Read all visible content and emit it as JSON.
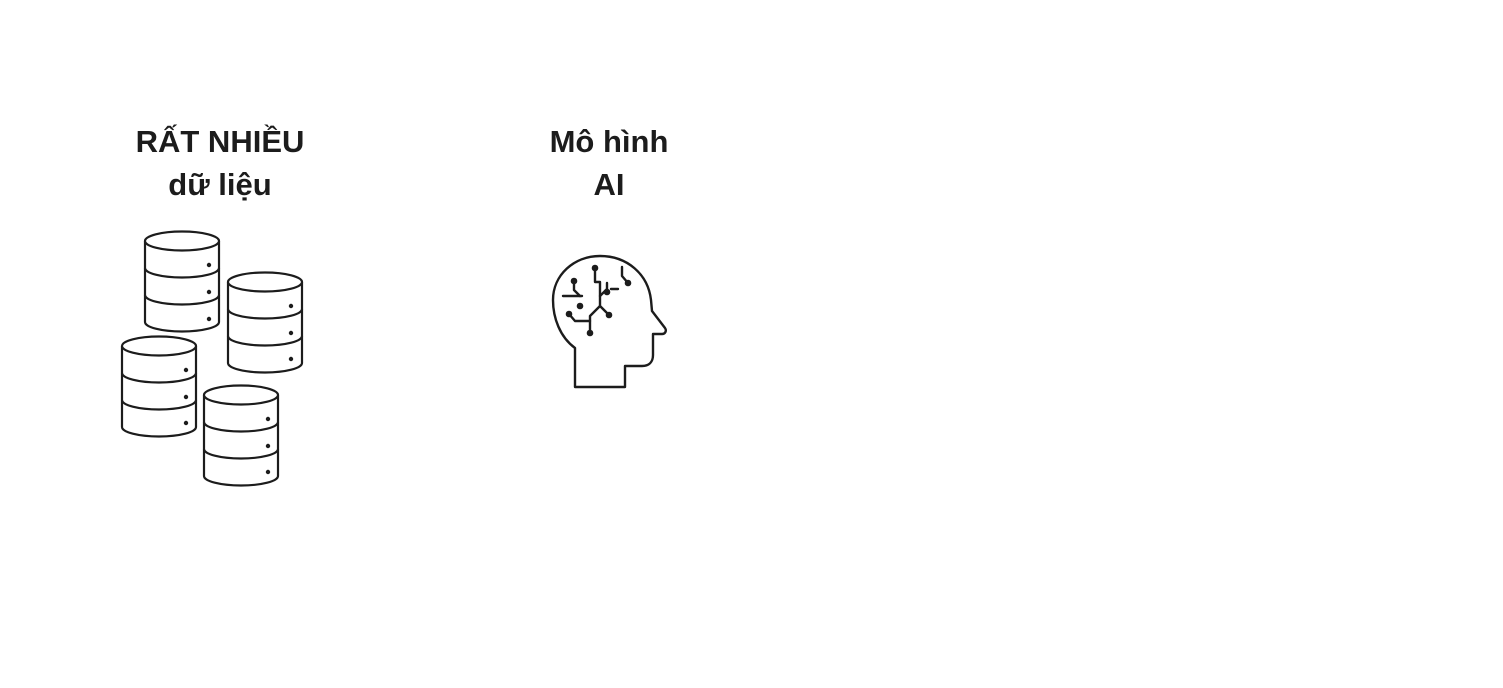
{
  "data_block": {
    "line1": "RẤT NHIỀU",
    "line2": "dữ liệu",
    "icon": "database-stack-icon"
  },
  "model_block": {
    "line1": "Mô hình",
    "line2": "AI",
    "icon": "ai-head-circuit-icon"
  },
  "colors": {
    "ink": "#1c1c1c",
    "background": "#ffffff"
  }
}
